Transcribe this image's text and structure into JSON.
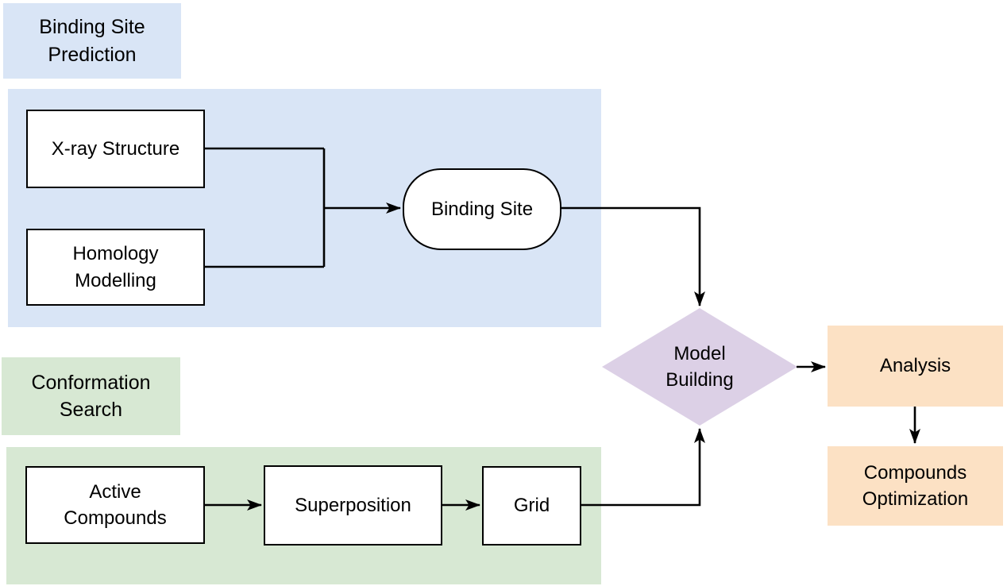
{
  "section_labels": {
    "binding_site_prediction": "Binding Site\nPrediction",
    "conformation_search": "Conformation\nSearch"
  },
  "nodes": {
    "xray_structure": "X-ray Structure",
    "homology_modelling": "Homology\nModelling",
    "binding_site": "Binding Site",
    "active_compounds": "Active\nCompounds",
    "superposition": "Superposition",
    "grid": "Grid",
    "model_building": "Model\nBuilding",
    "analysis": "Analysis",
    "compounds_optimization": "Compounds\nOptimization"
  },
  "colors": {
    "section_blue": "#D9E5F6",
    "section_green": "#D7E8D3",
    "diamond_lavender": "#DCD0E6",
    "peach": "#FCE1C4",
    "node_fill": "#FFFFFF",
    "line": "#000000"
  }
}
